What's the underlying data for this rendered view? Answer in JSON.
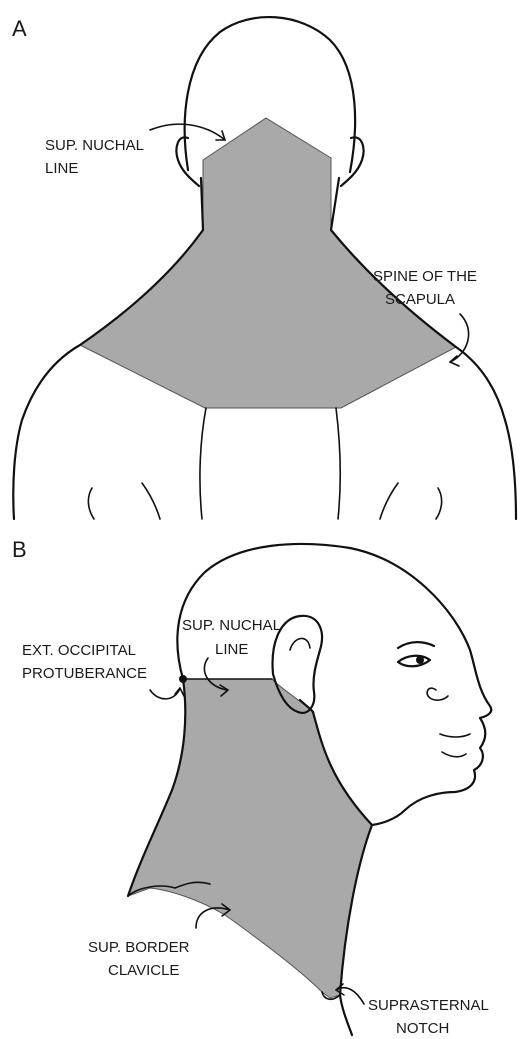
{
  "panels": [
    {
      "letter": "A",
      "labels": {
        "nuchal_line_1": "SUP. NUCHAL",
        "nuchal_line_2": "LINE",
        "scapula_1": "SPINE OF THE",
        "scapula_2": "SCAPULA"
      }
    },
    {
      "letter": "B",
      "labels": {
        "nuchal_line_1": "SUP. NUCHAL",
        "nuchal_line_2": "LINE",
        "occipital_1": "EXT. OCCIPITAL",
        "occipital_2": "PROTUBERANCE",
        "clavicle_1": "SUP. BORDER",
        "clavicle_2": "CLAVICLE",
        "suprasternal_1": "SUPRASTERNAL",
        "suprasternal_2": "NOTCH"
      }
    }
  ],
  "colors": {
    "shaded_region": "#a9a9a9",
    "outline": "#111111"
  }
}
